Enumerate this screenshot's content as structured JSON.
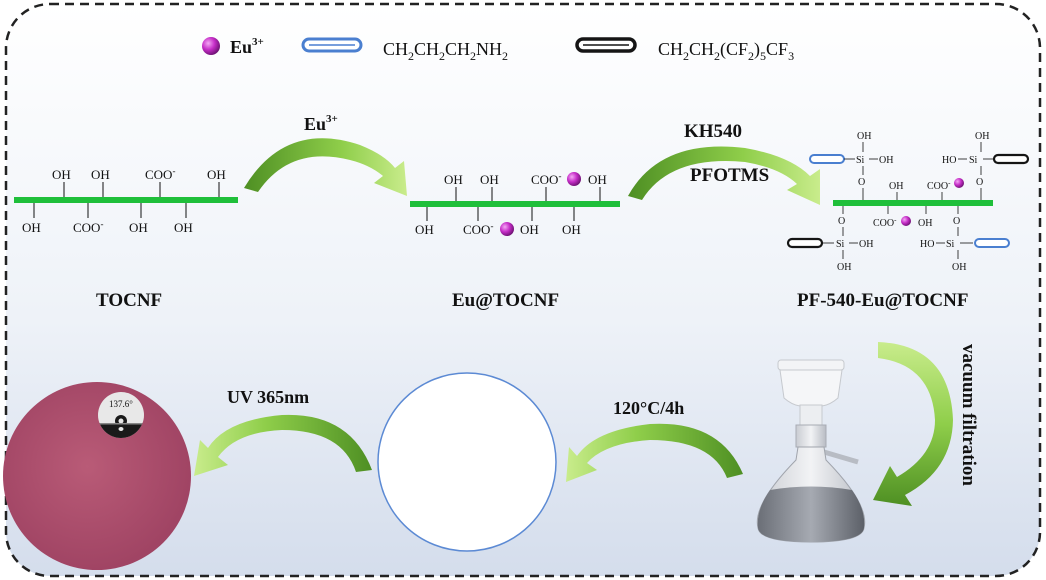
{
  "legend": {
    "eu_label": "Eu",
    "eu_sup": "3+",
    "amine_label": "CH2CH2CH2NH2",
    "fluoro_label": "CH2CH2(CF2)5CF3"
  },
  "steps": {
    "step1_reagent": "Eu",
    "step1_reagent_sup": "3+",
    "step2_reagent1": "KH540",
    "step2_reagent2": "PFOTMS",
    "filtration": "vacuum filtration",
    "drying": "120°C/4h",
    "uv": "UV 365nm"
  },
  "products": {
    "tocnf": "TOCNF",
    "eu_tocnf": "Eu@TOCNF",
    "pf_tocnf": "PF-540-Eu@TOCNF"
  },
  "groups": {
    "oh": "OH",
    "coo": "COO",
    "coo_sup": "-",
    "si": "Si",
    "ho": "HO",
    "o": "O"
  },
  "contact_angle": "137.6°",
  "colors": {
    "chain": "#1fbf3a",
    "eu_ion": "#c62ec8",
    "amine_bar": "#4a7fd0",
    "fluoro_bar": "#151515",
    "arrow": "#7cc43a",
    "film_pink": "#b1506e",
    "background": "#dde5f1"
  }
}
